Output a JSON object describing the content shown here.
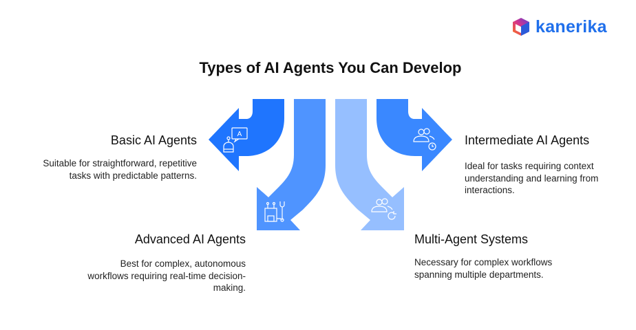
{
  "brand": {
    "name": "kanerika"
  },
  "title": "Types of AI Agents You Can Develop",
  "items": [
    {
      "heading": "Basic AI Agents",
      "description_lines": [
        "Suitable for straightforward, repetitive",
        "tasks with predictable patterns."
      ],
      "color": "#1F75FE",
      "icon": "robot-chat-icon"
    },
    {
      "heading": "Intermediate AI Agents",
      "description_lines": [
        "Ideal for tasks requiring context",
        "understanding and learning from",
        "interactions."
      ],
      "color": "#3A88FF",
      "icon": "users-clock-icon"
    },
    {
      "heading": "Advanced AI Agents",
      "description_lines": [
        "Best for complex, autonomous",
        "workflows requiring real-time decision-",
        "making."
      ],
      "color": "#4F94FF",
      "icon": "robot-wrench-icon"
    },
    {
      "heading": "Multi-Agent Systems",
      "description_lines": [
        "Necessary for complex workflows",
        "spanning multiple departments."
      ],
      "color": "#96BFFF",
      "icon": "users-refresh-icon"
    }
  ]
}
